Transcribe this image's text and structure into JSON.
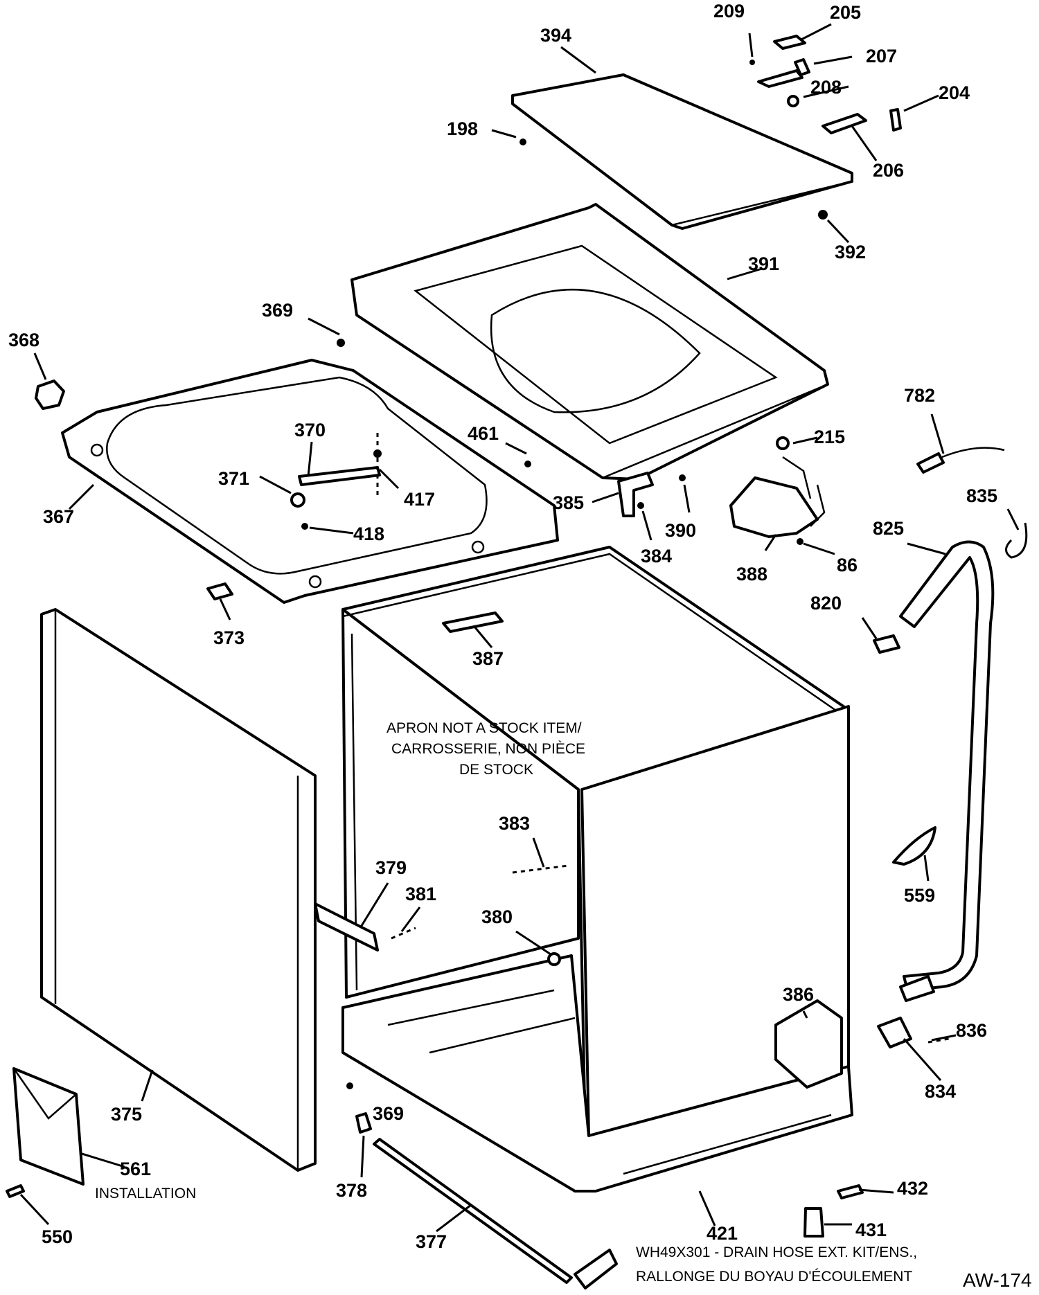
{
  "callouts": {
    "c209": "209",
    "c205": "205",
    "c394": "394",
    "c207": "207",
    "c208": "208",
    "c204": "204",
    "c198": "198",
    "c206": "206",
    "c392": "392",
    "c391": "391",
    "c369a": "369",
    "c368": "368",
    "c782": "782",
    "c370": "370",
    "c461": "461",
    "c215": "215",
    "c371": "371",
    "c417": "417",
    "c367": "367",
    "c385": "385",
    "c835": "835",
    "c418": "418",
    "c390": "390",
    "c825": "825",
    "c384": "384",
    "c86": "86",
    "c388": "388",
    "c820": "820",
    "c373": "373",
    "c387": "387",
    "c383": "383",
    "c379": "379",
    "c559": "559",
    "c381": "381",
    "c380": "380",
    "c386": "386",
    "c836": "836",
    "c834": "834",
    "c375": "375",
    "c369b": "369",
    "c561": "561",
    "c378": "378",
    "c432": "432",
    "c550": "550",
    "c431": "431",
    "c421": "421",
    "c377": "377"
  },
  "notes": {
    "apron_line1": "APRON NOT A STOCK ITEM/",
    "apron_line2": "CARROSSERIE, NON PIÈCE",
    "apron_line3": "DE STOCK",
    "installation": "INSTALLATION",
    "drain_line1": "WH49X301 - DRAIN HOSE EXT. KIT/ENS.,",
    "drain_line2": "RALLONGE DU BOYAU D'ÉCOULEMENT"
  },
  "drawing_id": "AW-174"
}
